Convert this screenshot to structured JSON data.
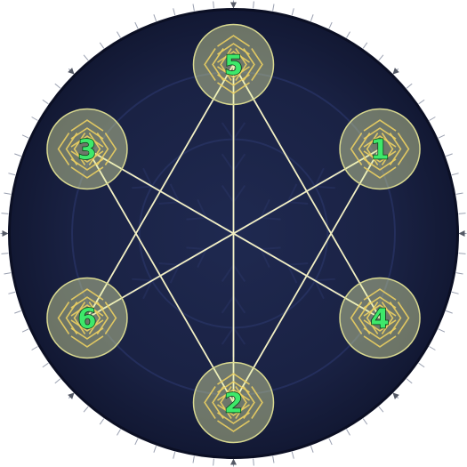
{
  "arena": {
    "name": "waymark-arena",
    "colors": {
      "floor": "#1b2347",
      "floor_dark": "#101632",
      "rim": "#0b0f24",
      "pattern": "#2a3566",
      "tether": "#f3f0c4",
      "marker_fill": "#e8f0a6",
      "marker_stroke": "#d8d890",
      "chevron": "#f0b830",
      "number": "#3ee86a",
      "tick": "#9aa0b0"
    }
  },
  "markers": [
    {
      "id": "1",
      "label": "1"
    },
    {
      "id": "2",
      "label": "2"
    },
    {
      "id": "3",
      "label": "3"
    },
    {
      "id": "4",
      "label": "4"
    },
    {
      "id": "5",
      "label": "5"
    },
    {
      "id": "6",
      "label": "6"
    }
  ],
  "tethers": [
    [
      "5",
      "2"
    ],
    [
      "5",
      "6"
    ],
    [
      "5",
      "4"
    ],
    [
      "3",
      "4"
    ],
    [
      "3",
      "2"
    ],
    [
      "1",
      "6"
    ],
    [
      "1",
      "2"
    ]
  ]
}
